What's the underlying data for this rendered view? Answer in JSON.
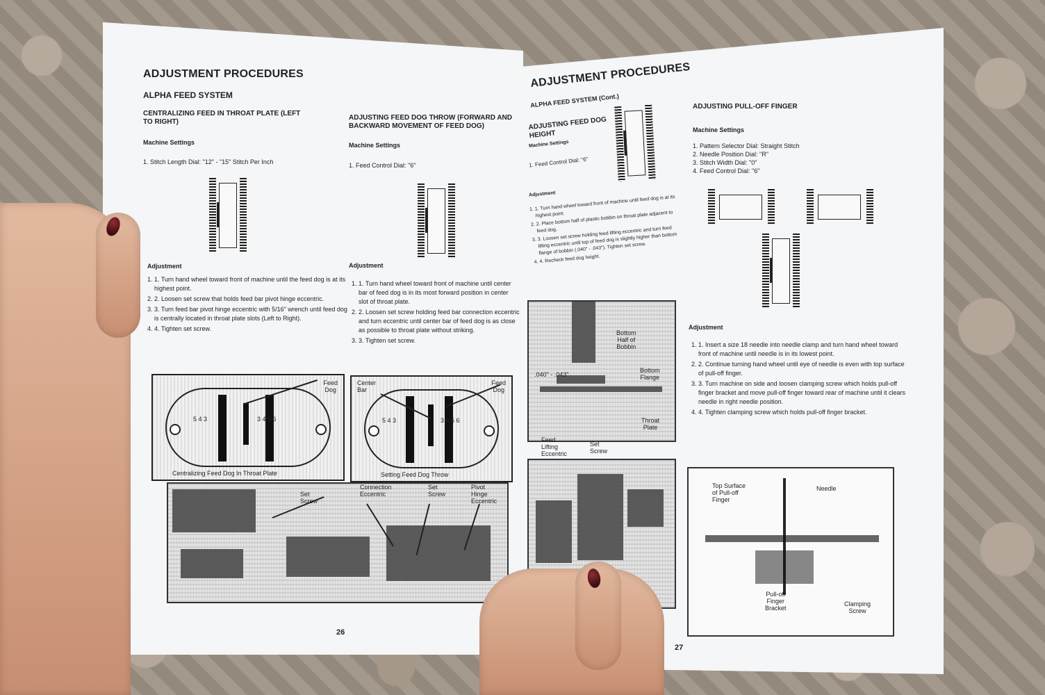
{
  "left_page": {
    "title": "ADJUSTMENT PROCEDURES",
    "section": "ALPHA FEED SYSTEM",
    "col1": {
      "heading_line1": "CENTRALIZING FEED IN THROAT PLATE (LEFT",
      "heading_line2": "TO RIGHT)",
      "settings_label": "Machine Settings",
      "setting_1": "1. Stitch Length Dial: \"12\" - \"15\" Stitch Per Inch",
      "adjustment_label": "Adjustment",
      "steps": [
        "1. Turn hand wheel toward front of machine until the feed dog is at its highest point.",
        "2. Loosen set screw that holds feed bar pivot hinge eccentric.",
        "3. Turn feed bar pivot hinge eccentric with 5/16\" wrench until feed dog is centrally located in throat plate slots (Left to Right).",
        "4. Tighten set screw."
      ]
    },
    "col2": {
      "heading_line1": "ADJUSTING FEED DOG THROW (FORWARD AND",
      "heading_line2": "BACKWARD MOVEMENT OF FEED DOG)",
      "settings_label": "Machine Settings",
      "setting_1": "1. Feed Control Dial: \"6\"",
      "adjustment_label": "Adjustment",
      "steps": [
        "1. Turn hand wheel toward front of machine until center bar of feed dog is in its most forward position in center slot of throat plate.",
        "2. Loosen set screw holding feed bar connection eccentric and turn eccentric until center bar of feed dog is as close as possible to throat plate without striking.",
        "3. Tighten set screw."
      ]
    },
    "figure1": {
      "label_feed_dog": "Feed\nDog",
      "numbers_left": "5 4 3",
      "numbers_right": "3 4 5 6",
      "caption": "Centralizing Feed Dog In Throat Plate"
    },
    "figure2": {
      "label_center_bar": "Center\nBar",
      "label_feed_dog": "Feed\nDog",
      "numbers_left": "5 4 3",
      "numbers_right": "3 4 5 6",
      "caption": "Setting Feed Dog Throw"
    },
    "figure3": {
      "label_set_screw_left": "Set\nScrew",
      "label_connection": "Connection\nEccentric",
      "label_set_screw_right": "Set\nScrew",
      "label_pivot": "Pivot\nHinge\nEccentric"
    },
    "page_number": "26"
  },
  "right_page": {
    "title": "ADJUSTMENT PROCEDURES",
    "section": "ALPHA FEED SYSTEM (Cont.)",
    "col1": {
      "heading": "ADJUSTING FEED DOG HEIGHT",
      "settings_label": "Machine Settings",
      "setting_1": "1. Feed Control Dial: \"6\"",
      "adjustment_label": "Adjustment",
      "steps": [
        "1. Turn hand wheel toward front of machine until feed dog is at its highest point.",
        "2. Place bottom half of plastic bobbin on throat plate adjacent to feed dog.",
        "3. Loosen set screw holding feed lifting eccentric and turn feed lifting eccentric until top of feed dog is slightly higher than bottom flange of bobbin (.040\" - .043\"). Tighten set screw.",
        "4. Recheck feed dog height."
      ]
    },
    "col2": {
      "heading": "ADJUSTING PULL-OFF FINGER",
      "settings_label": "Machine Settings",
      "settings": [
        "1. Pattern Selector Dial: Straight Stitch",
        "2. Needle Position Dial: \"R\"",
        "3. Stitch Width Dial: \"0\"",
        "4. Feed Control Dial: \"6\""
      ],
      "adjustment_label": "Adjustment",
      "steps": [
        "1. Insert a size 18 needle into needle clamp and turn hand wheel toward front of machine until needle is in its lowest point.",
        "2. Continue turning hand wheel until eye of needle is even with top surface of pull-off finger.",
        "3. Turn machine on side and loosen clamping screw which holds pull-off finger bracket and move pull-off finger toward rear of machine until it clears needle in right needle position.",
        "4. Tighten clamping screw which holds pull-off finger bracket."
      ]
    },
    "figure_height": {
      "label_bottom_half": "Bottom\nHalf of\nBobbin",
      "label_bottom_flange": "Bottom\nFlange",
      "label_measure": ".040\" - .043\"",
      "label_throat": "Throat\nPlate"
    },
    "figure_eccentric": {
      "label_feed_lifting": "Feed\nLifting\nEccentric",
      "label_set_screw": "Set\nScrew"
    },
    "figure_pulloff": {
      "label_top_surface": "Top Surface\nof Pull-off\nFinger",
      "label_needle": "Needle",
      "label_bracket": "Pull-off\nFinger\nBracket",
      "label_clamping": "Clamping\nScrew"
    },
    "page_number": "27"
  }
}
